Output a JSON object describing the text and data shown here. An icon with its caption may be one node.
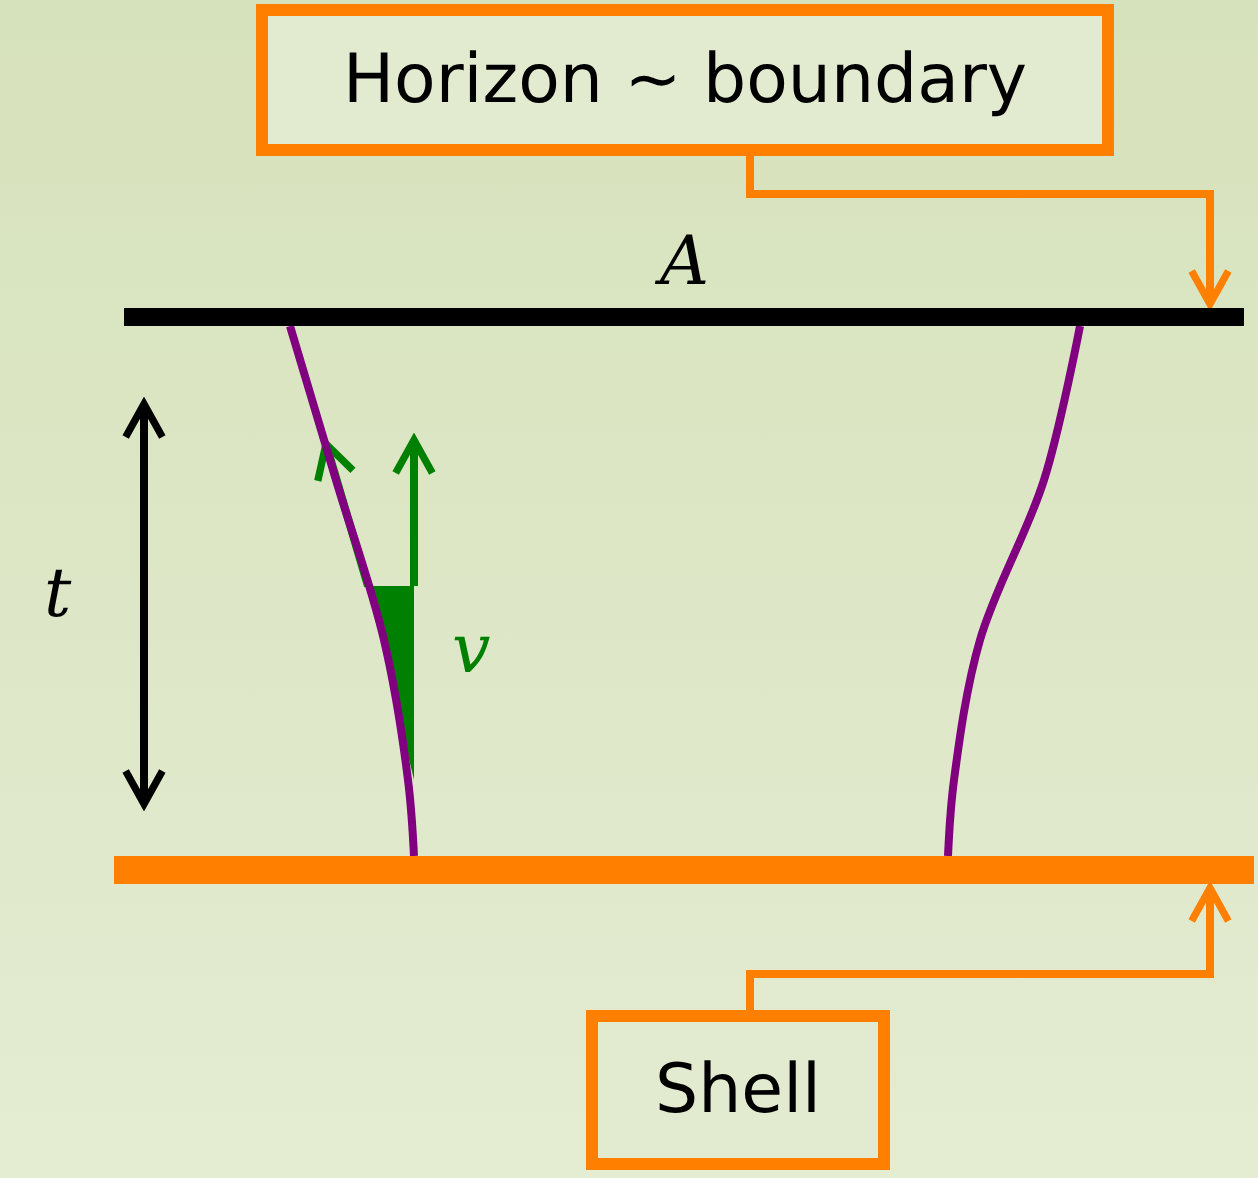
{
  "diagram": {
    "nodes": [
      {
        "text": [
          "Horizon ∼ boundary"
        ]
      },
      {
        "text": [],
        "shape": "bar",
        "beside": [
          "A"
        ]
      },
      {
        "text": [],
        "shape": "bar"
      },
      {
        "text": [
          "Shell"
        ]
      }
    ],
    "edges": [
      {
        "from": 0,
        "to": 1,
        "arrow": "to"
      },
      {
        "from": 3,
        "to": 2,
        "arrow": "to"
      },
      {
        "from": 1,
        "to": 2,
        "arrow": "none",
        "color": "#800080"
      },
      {
        "from": 1,
        "to": 2,
        "arrow": "none",
        "color": "#800080"
      }
    ],
    "labels": [
      "t",
      "v"
    ]
  }
}
